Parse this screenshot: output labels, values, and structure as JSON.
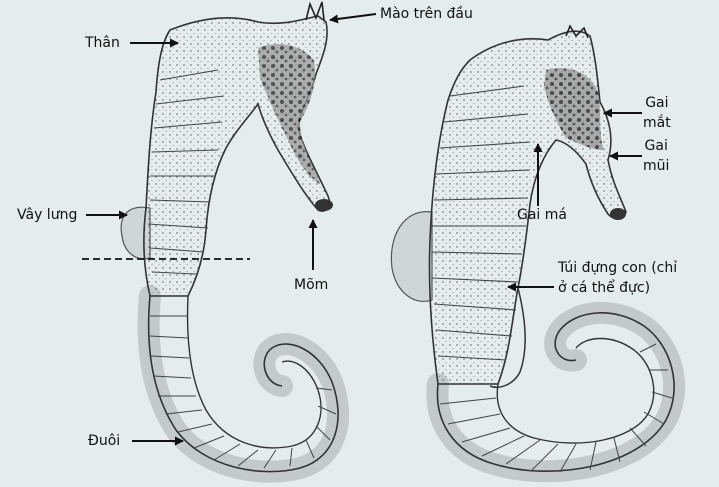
{
  "labels": {
    "crest": "Mào trên đầu",
    "body": "Thân",
    "dorsal_fin": "Vây lưng",
    "snout": "Mõm",
    "tail": "Đuôi",
    "eye_spine": "Gai\nmắt",
    "nose_spine": "Gai\nmũi",
    "cheek_spine": "Gai má",
    "brood_pouch": "Túi đựng con (chỉ\nở cá thể đực)"
  },
  "colors": {
    "background": "#e4ecec",
    "ink": "#222222",
    "outline": "#333333",
    "fin": "#cfd6d6"
  }
}
